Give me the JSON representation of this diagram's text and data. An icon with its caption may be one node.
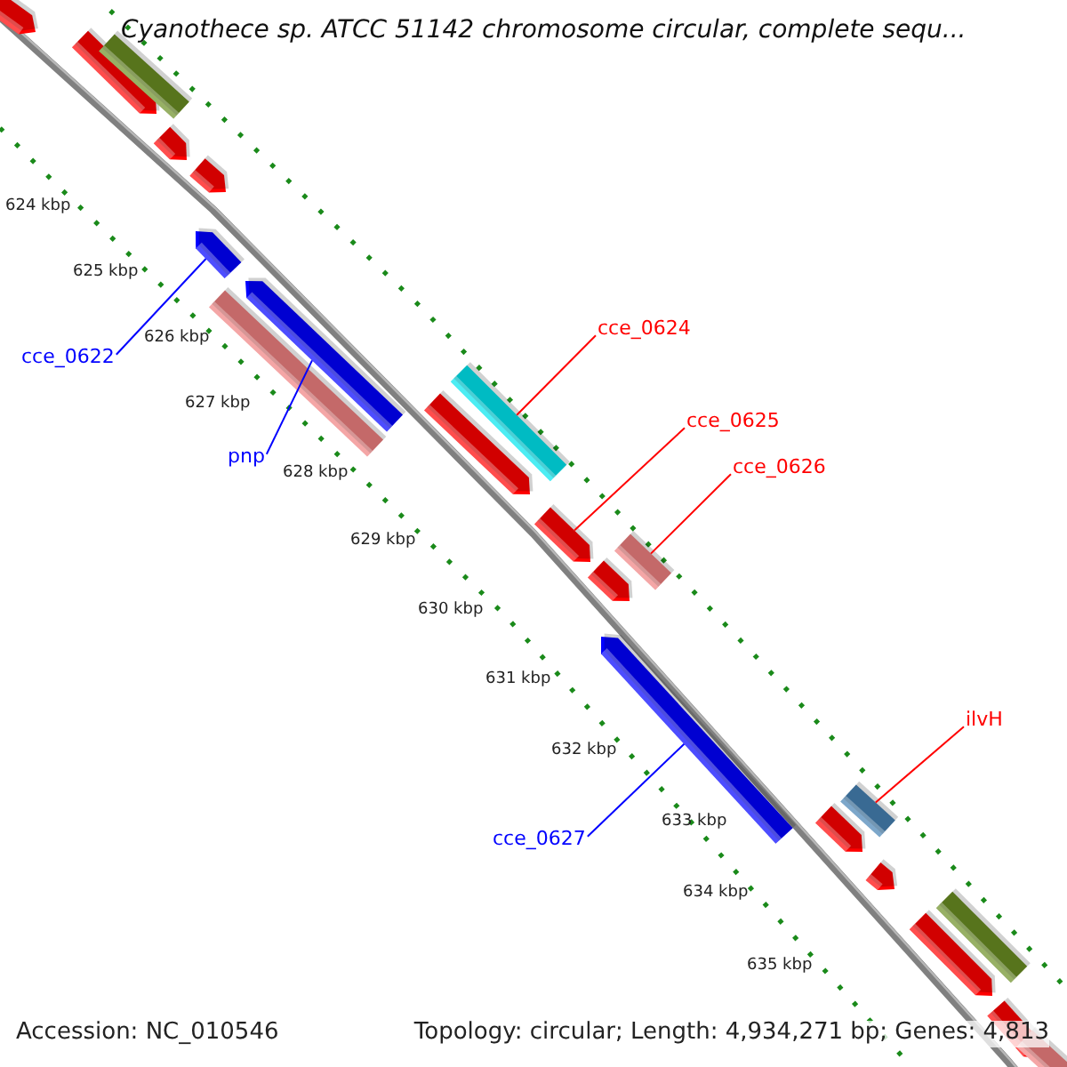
{
  "diagram": {
    "title": "Cyanothece sp. ATCC 51142 chromosome circular, complete sequ...",
    "nodes": [
      {
        "text": [
          "cce_0622"
        ]
      },
      {
        "text": [
          "pnp"
        ]
      },
      {
        "text": [
          "cce_0624"
        ]
      },
      {
        "text": [
          "cce_0625"
        ]
      },
      {
        "text": [
          "cce_0626"
        ]
      },
      {
        "text": [
          "ilvH"
        ]
      },
      {
        "text": [
          "cce_0627"
        ]
      },
      {
        "text": [],
        "shape": "arrow"
      },
      {
        "text": [],
        "shape": "arrow"
      },
      {
        "text": [],
        "shape": "bar"
      },
      {
        "text": [],
        "shape": "arrow"
      },
      {
        "text": [],
        "shape": "arrow"
      },
      {
        "text": [],
        "shape": "arrow"
      },
      {
        "text": [],
        "shape": "arrow"
      },
      {
        "text": [],
        "shape": "bar"
      },
      {
        "text": [],
        "shape": "bar"
      },
      {
        "text": [],
        "shape": "arrow"
      },
      {
        "text": [],
        "shape": "arrow"
      },
      {
        "text": [],
        "shape": "arrow"
      },
      {
        "text": [],
        "shape": "bar"
      },
      {
        "text": [],
        "shape": "bar"
      },
      {
        "text": [],
        "shape": "arrow"
      },
      {
        "text": [],
        "shape": "arrow"
      },
      {
        "text": [],
        "shape": "arrow"
      },
      {
        "text": [],
        "shape": "arrow"
      },
      {
        "text": [],
        "shape": "bar"
      },
      {
        "text": [],
        "shape": "arrow"
      },
      {
        "text": [],
        "shape": "bar"
      }
    ],
    "edges": [
      {
        "from": 0,
        "to": 12,
        "arrow": "none",
        "color": "#0000ff"
      },
      {
        "from": 1,
        "to": 13,
        "arrow": "none",
        "color": "#0000ff"
      },
      {
        "from": 2,
        "to": 15,
        "arrow": "none"
      },
      {
        "from": 3,
        "to": 17,
        "arrow": "none"
      },
      {
        "from": 4,
        "to": 19,
        "arrow": "none"
      },
      {
        "from": 5,
        "to": 20,
        "arrow": "none"
      },
      {
        "from": 6,
        "to": 23,
        "arrow": "none",
        "color": "#0000ff"
      }
    ],
    "labels": [
      "624 kbp",
      "625 kbp",
      "626 kbp",
      "627 kbp",
      "628 kbp",
      "629 kbp",
      "630 kbp",
      "631 kbp",
      "632 kbp",
      "633 kbp",
      "634 kbp",
      "635 kbp",
      "Accession: NC_010546",
      "Topology: circular; Length: 4,934,271 bp; Genes: 4,813"
    ]
  }
}
